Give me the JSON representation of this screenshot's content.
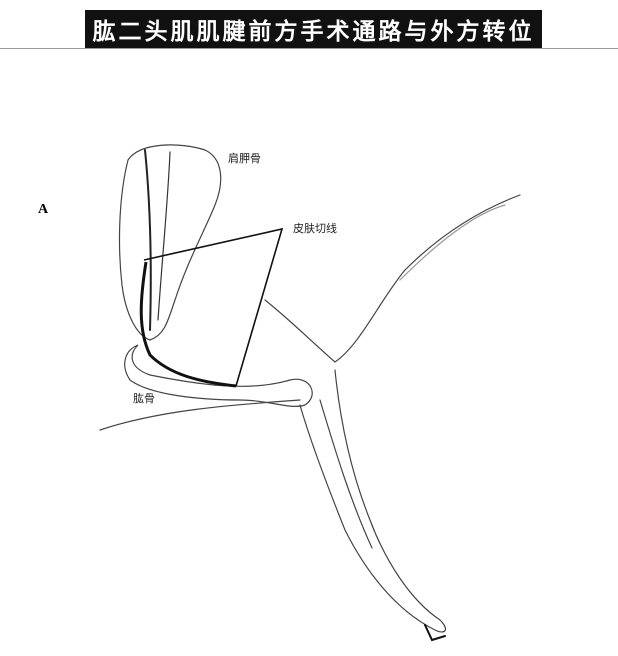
{
  "title": "肱二头肌肌腱前方手术通路与外方转位",
  "figure": {
    "panel_label": "A",
    "labels": {
      "scapula": "肩胛骨",
      "skin_incision": "皮肤切线",
      "humerus": "肱骨"
    }
  }
}
